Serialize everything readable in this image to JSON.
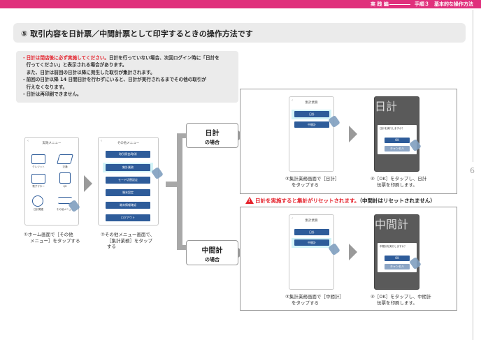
{
  "header": {
    "category": "実 践 編",
    "section": "手順３　基本的な操作方法"
  },
  "page_number": "6",
  "title": "⑤ 取引内容を日計票／中間計票として印字するときの操作方法です",
  "notes": {
    "line1_red": "・日計は閉店後に必ず実施してください。",
    "line1_rest": "日計を行っていない場合、次回ログイン時に「日計を",
    "line2": "　行ってください」と表示される場合があります。",
    "line3": "　また、日計は前回の日計以降に発生した取引が集計されます。",
    "line4": "・前回の日計以降 14 日間日計を行わずにいると、日計が実行されるまでその他の取引が",
    "line5": "　行えなくなります。",
    "line6": "・日計は再印刷できません。"
  },
  "phone_home": {
    "title": "実践メニュー",
    "items": [
      "クレジット",
      "交通",
      "電子マネー",
      "QR",
      "日計関連",
      "その他メニュー"
    ]
  },
  "phone_other": {
    "title": "その他メニュー",
    "items": [
      "取引照会/取消",
      "集計業務",
      "モード切替設定",
      "端末設定",
      "端末情報確認",
      "ログアウト"
    ]
  },
  "captions": {
    "step1_l1": "①ホーム画面で［その他",
    "step1_l2": "メニュー］をタップする",
    "step2_l1": "②その他メニュー画面で、",
    "step2_l2": "［集計業務］をタップ",
    "step2_l3": "する",
    "daily3_l1": "③集計業務画面で［日計］",
    "daily3_l2": "をタップする",
    "daily4_l1": "④［OK］をタップし、日計",
    "daily4_l2": "伝票を印刷します。",
    "mid3_l1": "③集計業務画面で［中間計］",
    "mid3_l2": "をタップする",
    "mid4_l1": "④［OK］をタップし、中間計",
    "mid4_l2": "伝票を印刷します。"
  },
  "modes": {
    "daily_main": "日計",
    "daily_sub": "の場合",
    "mid_main": "中間計",
    "mid_sub": "の場合"
  },
  "aggregate_screen": {
    "title": "集計業務",
    "btn_daily": "日計",
    "btn_mid": "中間計"
  },
  "dialog_daily": {
    "header": "日計",
    "question": "日計を実行しますか？",
    "ok": "OK",
    "cancel": "キャンセル"
  },
  "dialog_mid": {
    "header": "中間計",
    "question": "中間計を実行しますか？",
    "ok": "OK",
    "cancel": "キャンセル"
  },
  "warning": {
    "red": "日計を実施すると集計がリセットされます。",
    "rest": "（中間計はリセットされません）"
  },
  "colors": {
    "accent_pink": "#e0307c",
    "button_blue": "#2e5c9a",
    "warning_red": "#e5212b"
  }
}
